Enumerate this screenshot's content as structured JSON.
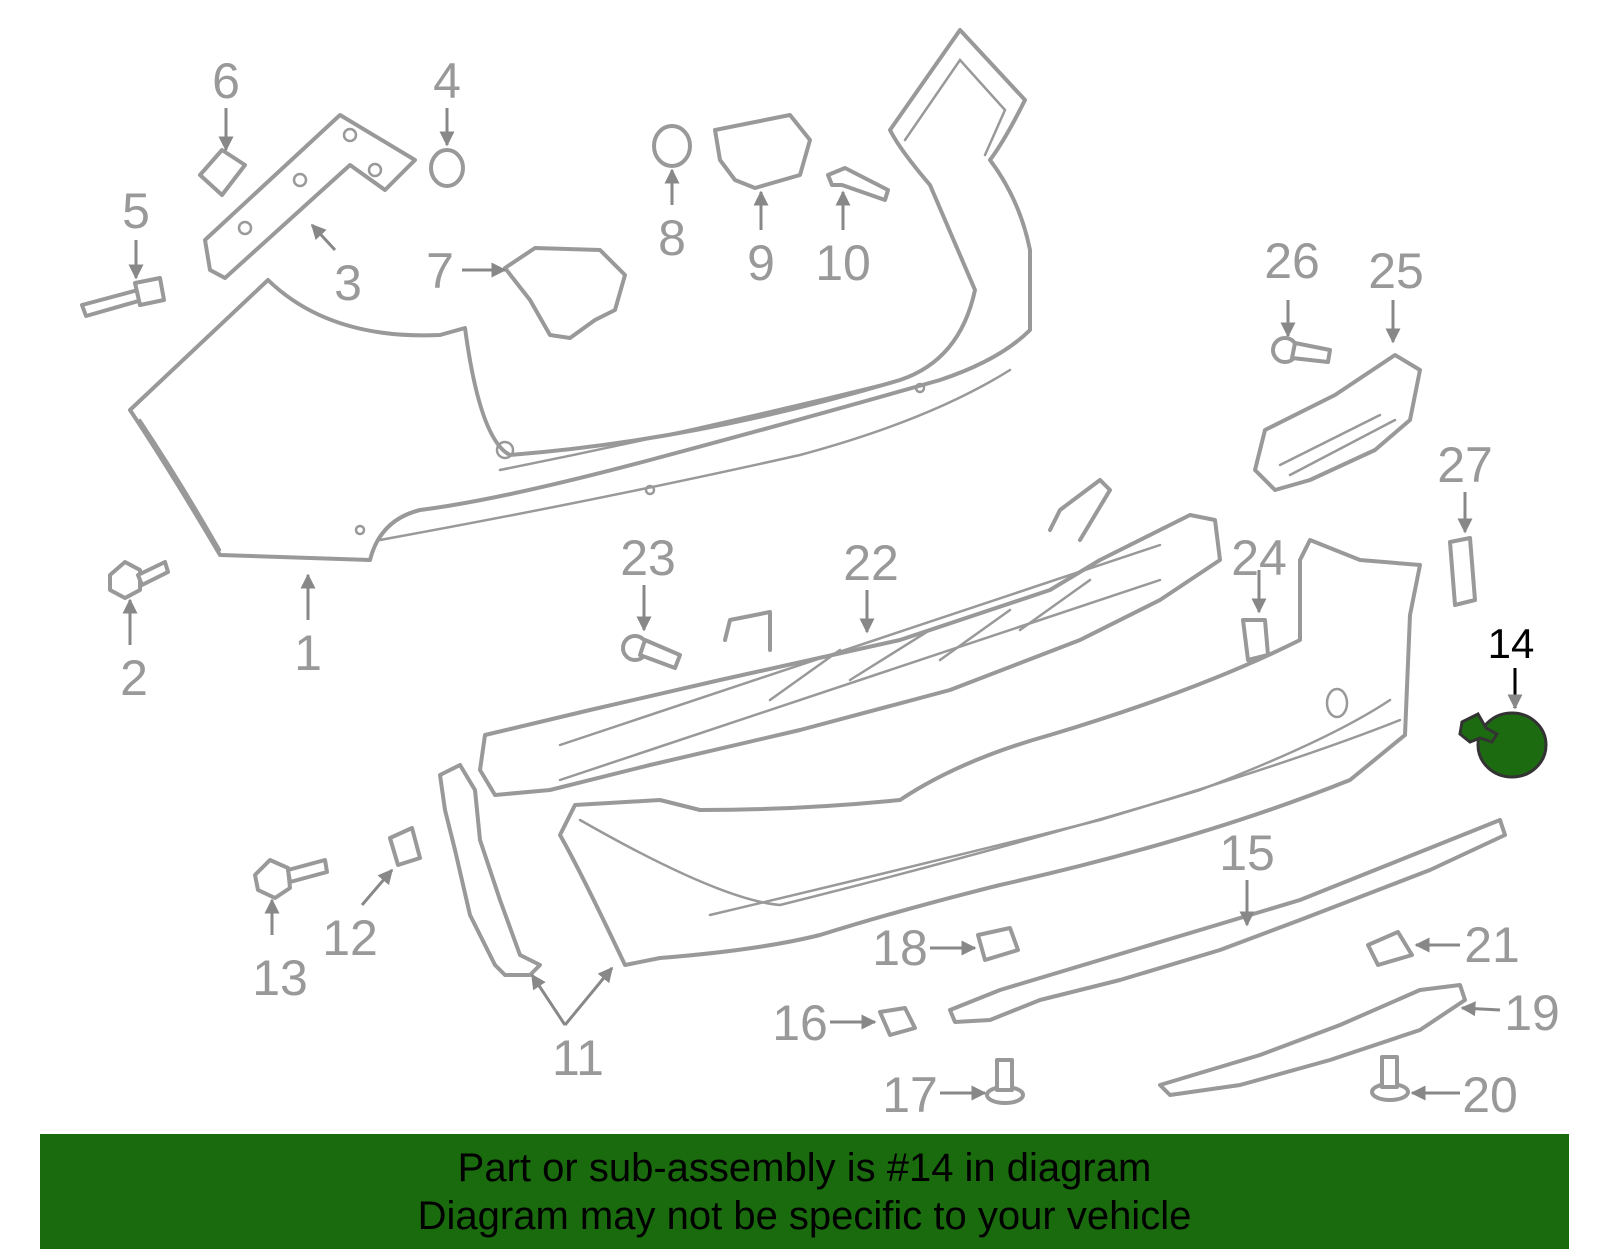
{
  "callouts": {
    "c1": "1",
    "c2": "2",
    "c3": "3",
    "c4": "4",
    "c5": "5",
    "c6": "6",
    "c7": "7",
    "c8": "8",
    "c9": "9",
    "c10": "10",
    "c11": "11",
    "c12": "12",
    "c13": "13",
    "c14": "14",
    "c15": "15",
    "c16": "16",
    "c17": "17",
    "c18": "18",
    "c19": "19",
    "c20": "20",
    "c21": "21",
    "c22": "22",
    "c23": "23",
    "c24": "24",
    "c25": "25",
    "c26": "26",
    "c27": "27"
  },
  "highlight": {
    "part_number": "14",
    "color": "#1a6b0e"
  },
  "banner": {
    "line1": "Part or sub-assembly is #14 in diagram",
    "line2": "Diagram may not be specific to your vehicle"
  }
}
